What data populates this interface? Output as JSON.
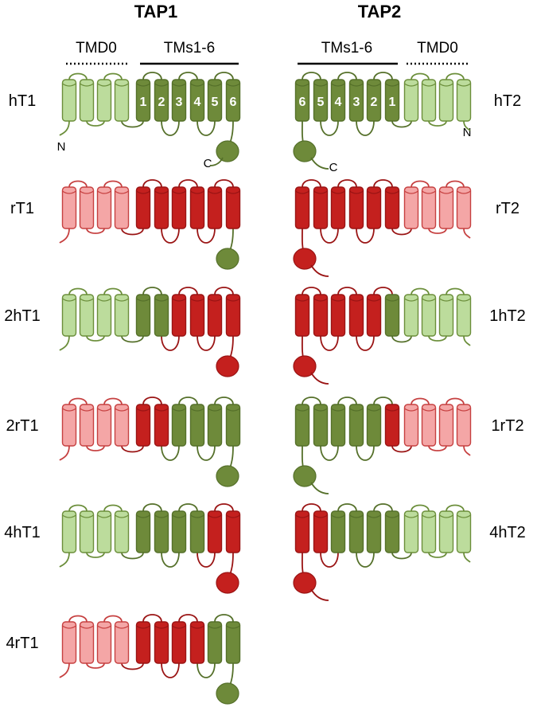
{
  "colors": {
    "human_tmd0_fill": "#bcdc9c",
    "human_tmd0_stroke": "#6b8e3a",
    "human_core_fill": "#6e8a3a",
    "human_core_stroke": "#55702a",
    "rat_tmd0_fill": "#f4a6a6",
    "rat_tmd0_stroke": "#c64040",
    "rat_core_fill": "#c4201e",
    "rat_core_stroke": "#9a1414"
  },
  "panels": [
    {
      "title": "TAP1",
      "headers": [
        {
          "label": "TMD0",
          "line_style": "dotted"
        },
        {
          "label": "TMs1-6",
          "line_style": "solid"
        }
      ],
      "label_side": "left",
      "helix_numbers": [
        "1",
        "2",
        "3",
        "4",
        "5",
        "6"
      ],
      "n_terminus_label": "N",
      "c_terminus_label": "C",
      "rows": [
        {
          "name": "hT1",
          "tmd0": "human",
          "core": [
            "human",
            "human",
            "human",
            "human",
            "human",
            "human"
          ],
          "nbd": "human"
        },
        {
          "name": "rT1",
          "tmd0": "rat",
          "core": [
            "rat",
            "rat",
            "rat",
            "rat",
            "rat",
            "rat"
          ],
          "nbd": "human"
        },
        {
          "name": "2hT1",
          "tmd0": "human",
          "core": [
            "human",
            "human",
            "rat",
            "rat",
            "rat",
            "rat"
          ],
          "nbd": "rat"
        },
        {
          "name": "2rT1",
          "tmd0": "rat",
          "core": [
            "rat",
            "rat",
            "human",
            "human",
            "human",
            "human"
          ],
          "nbd": "human"
        },
        {
          "name": "4hT1",
          "tmd0": "human",
          "core": [
            "human",
            "human",
            "human",
            "human",
            "rat",
            "rat"
          ],
          "nbd": "rat"
        },
        {
          "name": "4rT1",
          "tmd0": "rat",
          "core": [
            "rat",
            "rat",
            "rat",
            "rat",
            "human",
            "human"
          ],
          "nbd": "human"
        }
      ]
    },
    {
      "title": "TAP2",
      "headers": [
        {
          "label": "TMs1-6",
          "line_style": "solid"
        },
        {
          "label": "TMD0",
          "line_style": "dotted"
        }
      ],
      "label_side": "right",
      "helix_numbers": [
        "6",
        "5",
        "4",
        "3",
        "2",
        "1"
      ],
      "n_terminus_label": "N",
      "c_terminus_label": "C",
      "rows": [
        {
          "name": "hT2",
          "tmd0": "human",
          "core": [
            "human",
            "human",
            "human",
            "human",
            "human",
            "human"
          ],
          "nbd": "human"
        },
        {
          "name": "rT2",
          "tmd0": "rat",
          "core": [
            "rat",
            "rat",
            "rat",
            "rat",
            "rat",
            "rat"
          ],
          "nbd": "rat"
        },
        {
          "name": "1hT2",
          "tmd0": "human",
          "core": [
            "rat",
            "rat",
            "rat",
            "rat",
            "rat",
            "human"
          ],
          "nbd": "rat"
        },
        {
          "name": "1rT2",
          "tmd0": "rat",
          "core": [
            "human",
            "human",
            "human",
            "human",
            "human",
            "rat"
          ],
          "nbd": "human"
        },
        {
          "name": "4hT2",
          "tmd0": "human",
          "core": [
            "rat",
            "rat",
            "human",
            "human",
            "human",
            "human"
          ],
          "nbd": "rat"
        }
      ]
    }
  ]
}
